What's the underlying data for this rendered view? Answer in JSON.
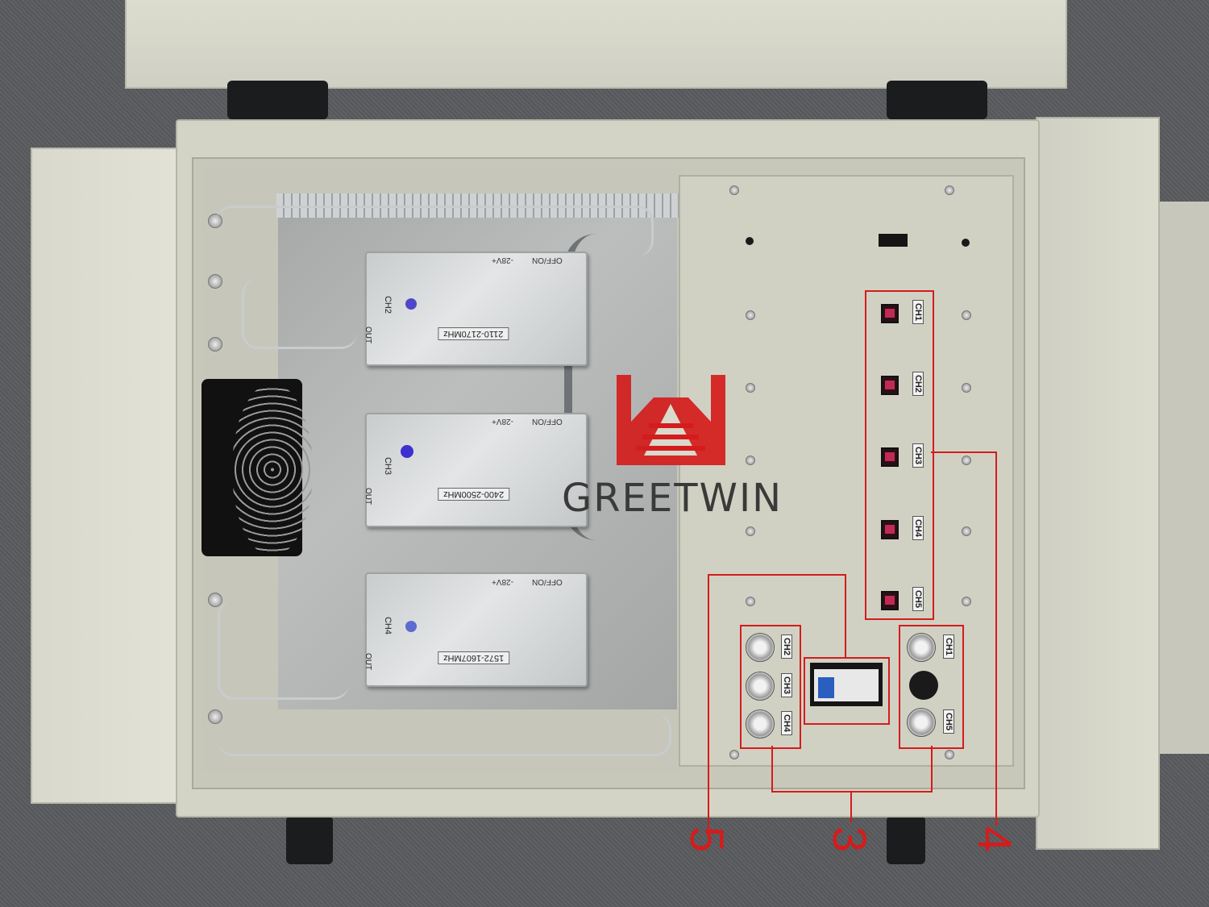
{
  "watermark": {
    "brand": "GREETWIN",
    "brand_color": "#d41c1c",
    "text_color": "#3a3a3a"
  },
  "modules": [
    {
      "band": "2110-2170MHz",
      "channel": "CH2",
      "out": "OUT",
      "voltage": "-28V+",
      "switch": "OFF/ON"
    },
    {
      "band": "2400-2500MHz",
      "channel": "CH3",
      "out": "OUT",
      "voltage": "-28V+",
      "switch": "OFF/ON"
    },
    {
      "band": "1572-1607MHz",
      "channel": "CH4",
      "out": "OUT",
      "voltage": "-28V+",
      "switch": "OFF/ON"
    }
  ],
  "rocker_switches": [
    "CH1",
    "CH2",
    "CH3",
    "CH4",
    "CH5"
  ],
  "buttons_left": [
    "CH2",
    "CH3",
    "CH4"
  ],
  "buttons_right": [
    "CH1",
    "CH5"
  ],
  "callouts": {
    "switches_group": "4",
    "buttons_group": "3",
    "breaker": "5",
    "color": "#d41c1c"
  }
}
